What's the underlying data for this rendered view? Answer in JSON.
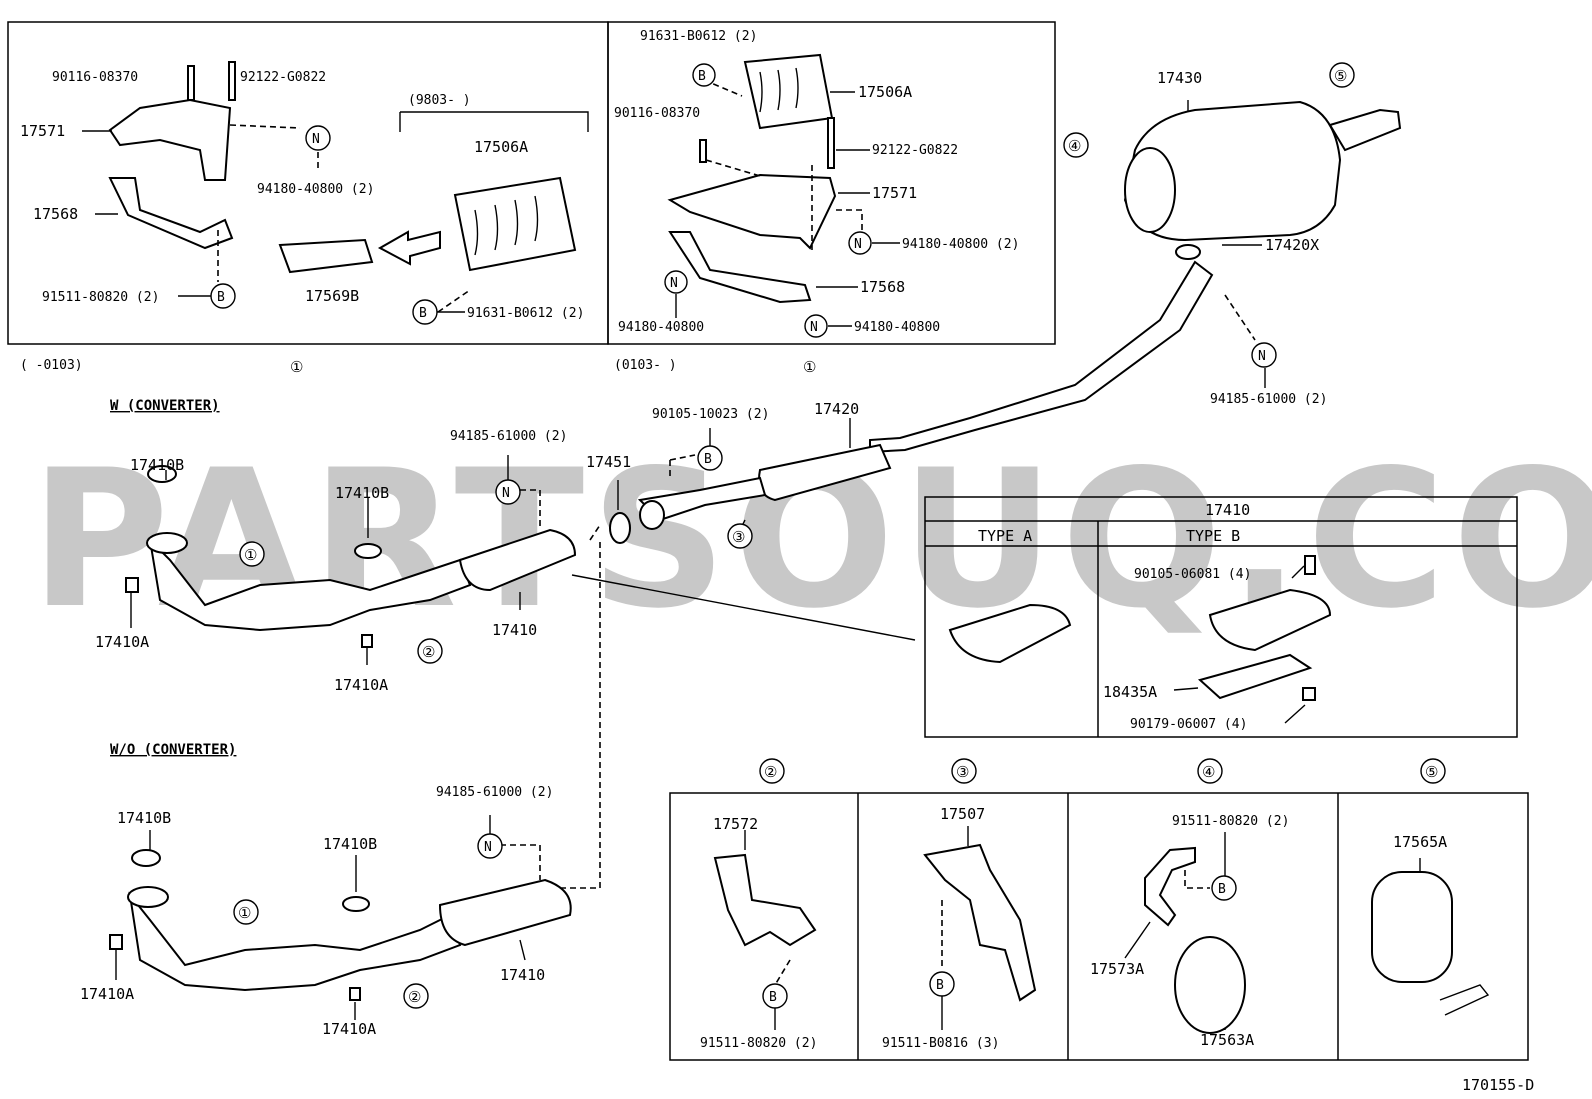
{
  "watermark": "PARTSOUQ.COM",
  "diagram_code": "170155-D",
  "inset_left": {
    "date_range": "(          -0103)",
    "inner_range": "(9803-          )",
    "ref_circle": "①",
    "parts": {
      "bolt_a": "90116-08370",
      "stud_a": "92122-G0822",
      "bracket_a": "17571",
      "nut_a": "94180-40800 (2)",
      "bracket_b": "17568",
      "bolt_b": "91511-80820 (2)",
      "heat_shield": "17506A",
      "plate": "17569B",
      "bolt_c": "91631-B0612 (2)"
    }
  },
  "inset_right": {
    "date_range": "(0103-          )",
    "ref_circle": "①",
    "parts": {
      "bolt_c": "91631-B0612 (2)",
      "heat_shield": "17506A",
      "bolt_a": "90116-08370",
      "stud_a": "92122-G0822",
      "bracket_a": "17571",
      "nut_a": "94180-40800 (2)",
      "bracket_b": "17568",
      "nut_b": "94180-40800",
      "nut_c": "94180-40800"
    }
  },
  "muffler": {
    "ref4": "④",
    "ref5": "⑤",
    "tail": "17430",
    "gasket": "17420X",
    "nut": "94185-61000 (2)",
    "center_pipe": "17420",
    "bolt": "90105-10023 (2)",
    "ref3": "③",
    "ring": "17451"
  },
  "with_converter": {
    "header": "W (CONVERTER)",
    "gasket_b1": "17410B",
    "gasket_b2": "17410B",
    "nut_a1": "17410A",
    "nut_a2": "17410A",
    "nut_top": "94185-61000 (2)",
    "pipe": "17410",
    "ref1": "①",
    "ref2": "②"
  },
  "without_converter": {
    "header": "W/O (CONVERTER)",
    "gasket_b1": "17410B",
    "gasket_b2": "17410B",
    "nut_a1": "17410A",
    "nut_a2": "17410A",
    "nut_top": "94185-61000 (2)",
    "pipe": "17410",
    "ref1": "①",
    "ref2": "②"
  },
  "type_table": {
    "title": "17410",
    "col_a": "TYPE A",
    "col_b": "TYPE B",
    "bolt": "90105-06081 (4)",
    "cover": "18435A",
    "nut": "90179-06007 (4)"
  },
  "details": {
    "d2": {
      "ref": "②",
      "part": "17572",
      "bolt": "91511-80820 (2)"
    },
    "d3": {
      "ref": "③",
      "part": "17507",
      "bolt": "91511-B0816 (3)"
    },
    "d4": {
      "ref": "④",
      "bolt": "91511-80820 (2)",
      "hanger": "17573A",
      "insulator": "17563A"
    },
    "d5": {
      "ref": "⑤",
      "part": "17565A"
    }
  },
  "callouts": {
    "b": "B",
    "n": "N"
  }
}
